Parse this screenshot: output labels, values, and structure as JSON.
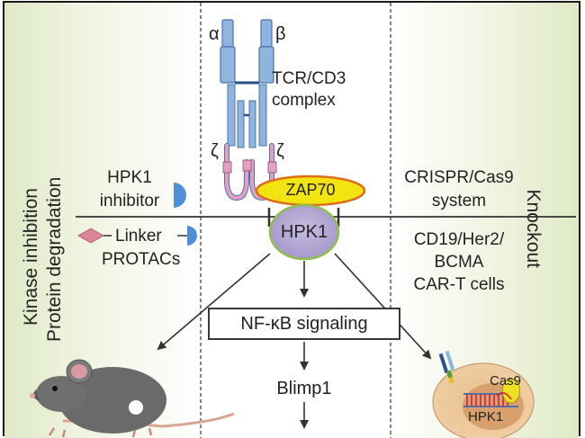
{
  "left_panel": {
    "vertical_title_1": "Kinase inhibition",
    "vertical_title_2": "Protein degradation",
    "inhibitor_label_1": "HPK1",
    "inhibitor_label_2": "inhibitor",
    "linker_label": "Linker",
    "protacs_label": "PROTACs"
  },
  "receptor": {
    "alpha": "α",
    "beta": "β",
    "label_1": "TCR/CD3",
    "label_2": "complex",
    "zeta_left": "ζ",
    "zeta_right": "ζ"
  },
  "center": {
    "zap70": "ZAP70",
    "hpk1": "HPK1",
    "nfkb": "NF-κB signaling",
    "blimp1": "Blimp1"
  },
  "right_panel": {
    "vertical_title": "Knockout",
    "crispr_1": "CRISPR/Cas9",
    "crispr_2": "system",
    "car_1": "CD19/Her2/",
    "car_2": "BCMA",
    "car_3": "CAR-T cells",
    "cas9": "Cas9",
    "hpk1_gene": "HPK1"
  },
  "colors": {
    "panel_green": "#dfe9c6",
    "receptor_blue": "#8fb4de",
    "zeta_pink": "#e2a1c4",
    "zap70_yellow": "#f2e410",
    "zap70_border": "#e06a1e",
    "hpk1_purple": "#b2a6d2",
    "hpk1_border": "#8cc04a",
    "inhibitor_blue": "#4f8fd8",
    "linker_pink": "#d9869b",
    "cell_tan": "#ecc595",
    "nucleus_tan": "#d8a06c",
    "mouse_gray": "#6a6a6a"
  }
}
